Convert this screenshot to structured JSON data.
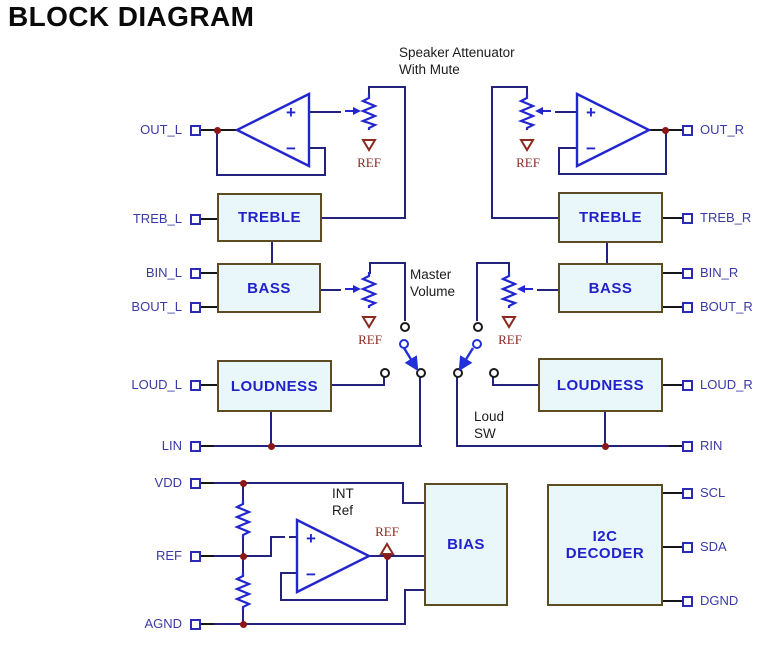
{
  "title": "BLOCK DIAGRAM",
  "annotations": {
    "speaker_attenuator_line1": "Speaker Attenuator",
    "speaker_attenuator_line2": "With Mute",
    "master_volume_line1": "Master",
    "master_volume_line2": "Volume",
    "loud_sw_line1": "Loud",
    "loud_sw_line2": "SW",
    "int_ref_line1": "INT",
    "int_ref_line2": "Ref"
  },
  "blocks": {
    "treble_l": "TREBLE",
    "bass_l": "BASS",
    "loudness_l": "LOUDNESS",
    "treble_r": "TREBLE",
    "bass_r": "BASS",
    "loudness_r": "LOUDNESS",
    "bias": "BIAS",
    "i2c_line1": "I2C",
    "i2c_line2": "DECODER"
  },
  "pins": {
    "out_l": "OUT_L",
    "treb_l": "TREB_L",
    "bin_l": "BIN_L",
    "bout_l": "BOUT_L",
    "loud_l": "LOUD_L",
    "lin": "LIN",
    "vdd": "VDD",
    "ref": "REF",
    "agnd": "AGND",
    "out_r": "OUT_R",
    "treb_r": "TREB_R",
    "bin_r": "BIN_R",
    "bout_r": "BOUT_R",
    "loud_r": "LOUD_R",
    "rin": "RIN",
    "scl": "SCL",
    "sda": "SDA",
    "dgnd": "DGND"
  },
  "ref_label": "REF",
  "opamp_plus": "+",
  "opamp_minus": "−",
  "colors": {
    "wire_navy": "#23237d",
    "wire_black": "#161616",
    "device_blue": "#2226cf",
    "block_fill": "#e9f6fa",
    "block_border": "#5d4b22",
    "junction_dot": "#8c1616",
    "ref_red": "#8c2a20",
    "pin_label": "#3a3aa6",
    "block_label": "#2222cc",
    "title": "#0a0a0a",
    "annotation": "#1b1b1b"
  }
}
